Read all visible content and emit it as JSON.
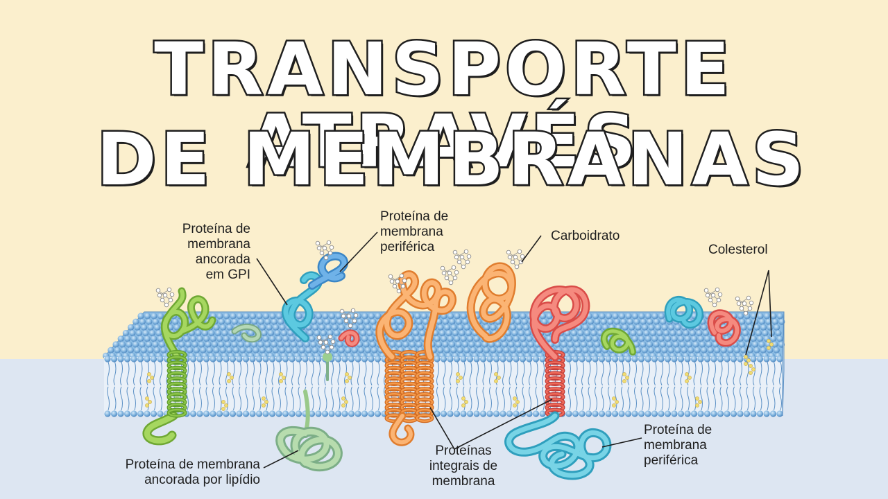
{
  "title": {
    "line1": "TRANSPORTE ATRAVÉS",
    "line2": "DE MEMBRANAS"
  },
  "labels": {
    "gpi_protein": "Proteína de\nmembrana\nancorada\nem GPI",
    "peripheral_top": "Proteína de\nmembrana\nperiférica",
    "carbohydrate": "Carboidrato",
    "cholesterol": "Colesterol",
    "lipid_anchored": "Proteína de membrana\nancorada por lipídio",
    "integral": "Proteínas\nintegrais de\nmembrana",
    "peripheral_bottom": "Proteína de\nmembrana\nperiférica"
  },
  "colors": {
    "background_top": "#fbefcd",
    "background_bottom": "#dde6f2",
    "lipid_head": "#7fb3de",
    "lipid_tail": "#5a8fc4",
    "cholesterol": "#f0dd72",
    "protein_green": "#8cc548",
    "protein_cyan": "#3cb7d0",
    "protein_blue": "#4b9fd8",
    "protein_orange": "#f59a4a",
    "protein_red": "#ef6a5a",
    "protein_teal_light": "#5cc5d6"
  }
}
